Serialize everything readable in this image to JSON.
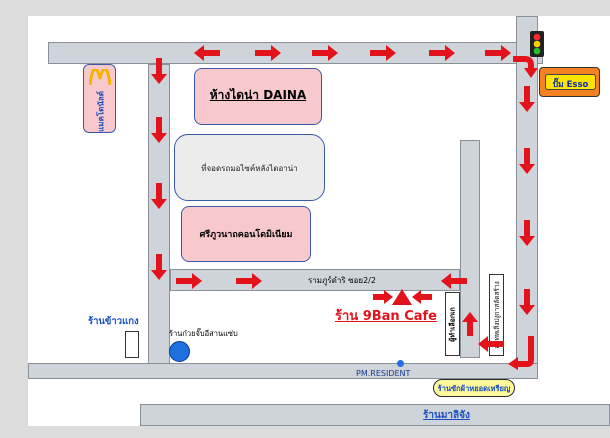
{
  "labels": {
    "mall": "ห้างไดน่า DAINA",
    "showroom": "ที่จอดรถมอไซค์หลังไดอาน่า",
    "aluminium": "ศรีภูวนาถคอนโดมิเนียม",
    "mcdonalds": "แมคโดนัลด์",
    "pump": "ปั๊ม Esso",
    "soi": "รามภูร์ดำริ ซอย2/2",
    "cafe": "ร้าน 9Ban Cafe",
    "rice_shop": "ร้านข้าวแกง",
    "noodle_shop": "ร้านก๋วยจั๊บอีสานแซ่บ",
    "residence": "PM.RESIDENT",
    "laundry": "ร้านซักผ้าหยอดเหรียญ",
    "mali_shop": "ร้านมาลิจัง",
    "school_sign": "ผู้ทำเลือกเก",
    "bakery_sign": "ลดทหเสิ่งปงูกาสลัดสร้าง"
  },
  "icons": {
    "mcd": "mcdonalds-logo",
    "light": "traffic-light-icon",
    "direction": "red-arrow-icon",
    "landmark": "blue-circle-marker-icon",
    "cafe_marker": "red-triangle-marker-icon"
  },
  "colors": {
    "arrow": "#e3131c",
    "road": "#cfd4da",
    "pink": "#f8c9cc",
    "orange": "#f58220",
    "marker": "#1e6fe0",
    "laundry_bg": "#fdf89b",
    "esso_yellow": "#ffe400"
  }
}
